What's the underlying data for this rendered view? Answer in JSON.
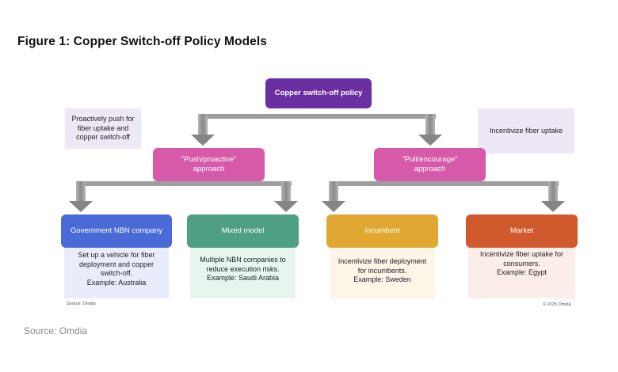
{
  "figure": {
    "title": "Figure 1: Copper Switch-off Policy Models",
    "inner_source": "Source: Omdia",
    "copyright": "© 2025 Omdia",
    "outer_source": "Source: Omdia"
  },
  "root": {
    "label": "Copper switch-off policy",
    "color": "#6a2fa0"
  },
  "approaches": [
    {
      "id": "push",
      "label_line1": "\"Push/proactive\"",
      "label_line2": "approach",
      "color": "#d75aaa",
      "note": "Proactively push for fiber uptake and copper switch-off"
    },
    {
      "id": "pull",
      "label_line1": "\"Pull/encourage\"",
      "label_line2": "approach",
      "color": "#d75aaa",
      "note": "Incentivize fiber uptake"
    }
  ],
  "models": [
    {
      "label": "Government NBN company",
      "color": "#4a6ad8",
      "desc_bg": "#e9edfb",
      "desc_lines": [
        "Set up a vehicle for fiber",
        "deployment and copper",
        "switch-off.",
        "Example: Australia"
      ]
    },
    {
      "label": "Mixed model",
      "color": "#4f9f84",
      "desc_bg": "#e6f6ef",
      "desc_lines": [
        "Multiple NBN companies to",
        "reduce execution risks.",
        "Example: Saudi Arabia"
      ]
    },
    {
      "label": "Incumbent",
      "color": "#e0a832",
      "desc_bg": "#fcf5e8",
      "desc_lines": [
        "Incentivize fiber deployment",
        "for incumbents.",
        "Example: Sweden"
      ]
    },
    {
      "label": "Market",
      "color": "#d05a2e",
      "desc_bg": "#fbeeea",
      "desc_lines": [
        "Incentivize fiber uptake for",
        "consumers.",
        "Example: Egypt"
      ]
    }
  ],
  "connector_color": "#8f8f8f"
}
